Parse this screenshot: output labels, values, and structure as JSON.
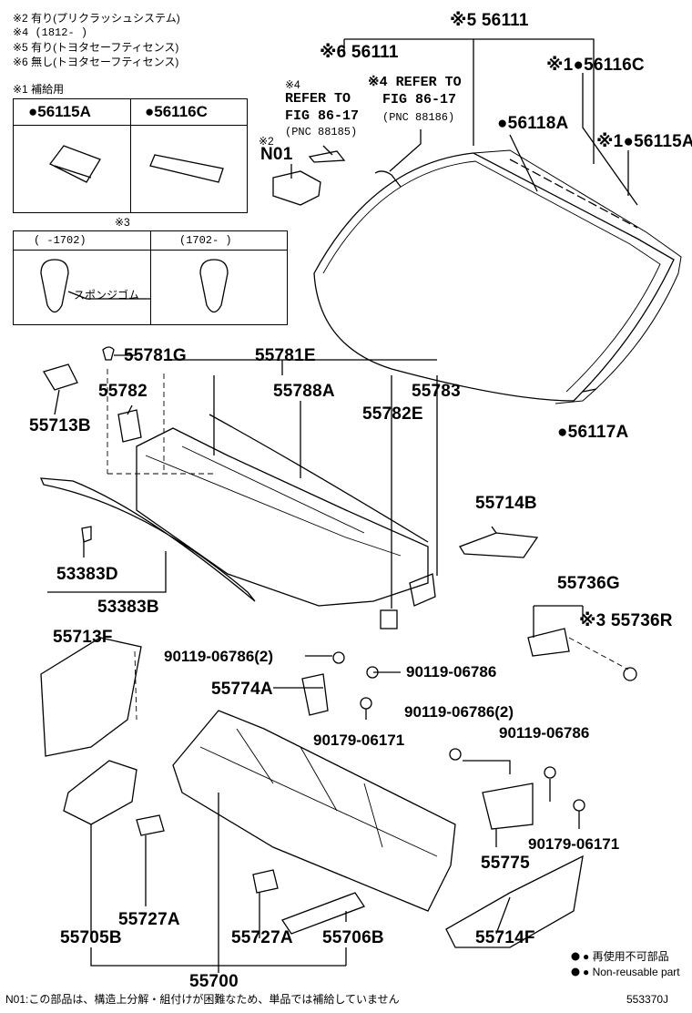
{
  "notes": {
    "n2": "※2 有り(プリクラッシュシステム)",
    "n4": "※4 (1812-    )",
    "n5": "※5 有り(トヨタセーフティセンス)",
    "n6": "※6 無し(トヨタセーフティセンス)",
    "n1": "※1 補給用",
    "n3": "※3"
  },
  "table1": {
    "col1": "●56115A",
    "col2": "●56116C"
  },
  "table3": {
    "col1": "(    -1702)",
    "col2": "(1702-    )",
    "sponge": "スポンジゴム"
  },
  "callouts": {
    "p56111_5": "※5 56111",
    "p56111_6": "※6 56111",
    "p56116C": "※1●56116C",
    "p56115A": "※1●56115A",
    "p56118A": "●56118A",
    "p56117A": "●56117A",
    "refA_mark": "※4",
    "refA_l1": "REFER TO",
    "refA_l2": "FIG 86-17",
    "refA_l3": "(PNC 88185)",
    "refB_l1": "※4 REFER TO",
    "refB_l2": "FIG 86-17",
    "refB_l3": "(PNC 88186)",
    "n01_mark": "※2",
    "n01": "N01",
    "p55781G": "55781G",
    "p55781E": "55781E",
    "p55782": "55782",
    "p55788A": "55788A",
    "p55783": "55783",
    "p55782E": "55782E",
    "p55713B": "55713B",
    "p55714B": "55714B",
    "p53383D": "53383D",
    "p53383B": "53383B",
    "p55736G": "55736G",
    "p55736R": "※3 55736R",
    "p55713F": "55713F",
    "b90119_2a": "90119-06786(2)",
    "b90119_a": "90119-06786",
    "p55774A": "55774A",
    "c90179_a": "90179-06171",
    "b90119_2b": "90119-06786(2)",
    "b90119_b": "90119-06786",
    "c90179_b": "90179-06171",
    "p55775": "55775",
    "p55727A_l": "55727A",
    "p55727A_r": "55727A",
    "p55705B": "55705B",
    "p55706B": "55706B",
    "p55714F": "55714F",
    "p55700": "55700"
  },
  "legend": {
    "non_reusable_jp": "● 再使用不可部品",
    "non_reusable_en": "● Non-reusable part"
  },
  "footer": {
    "note": "N01:この部品は、構造上分解・組付けが困難なため、単品では補給していません",
    "fig_id": "553370J"
  }
}
